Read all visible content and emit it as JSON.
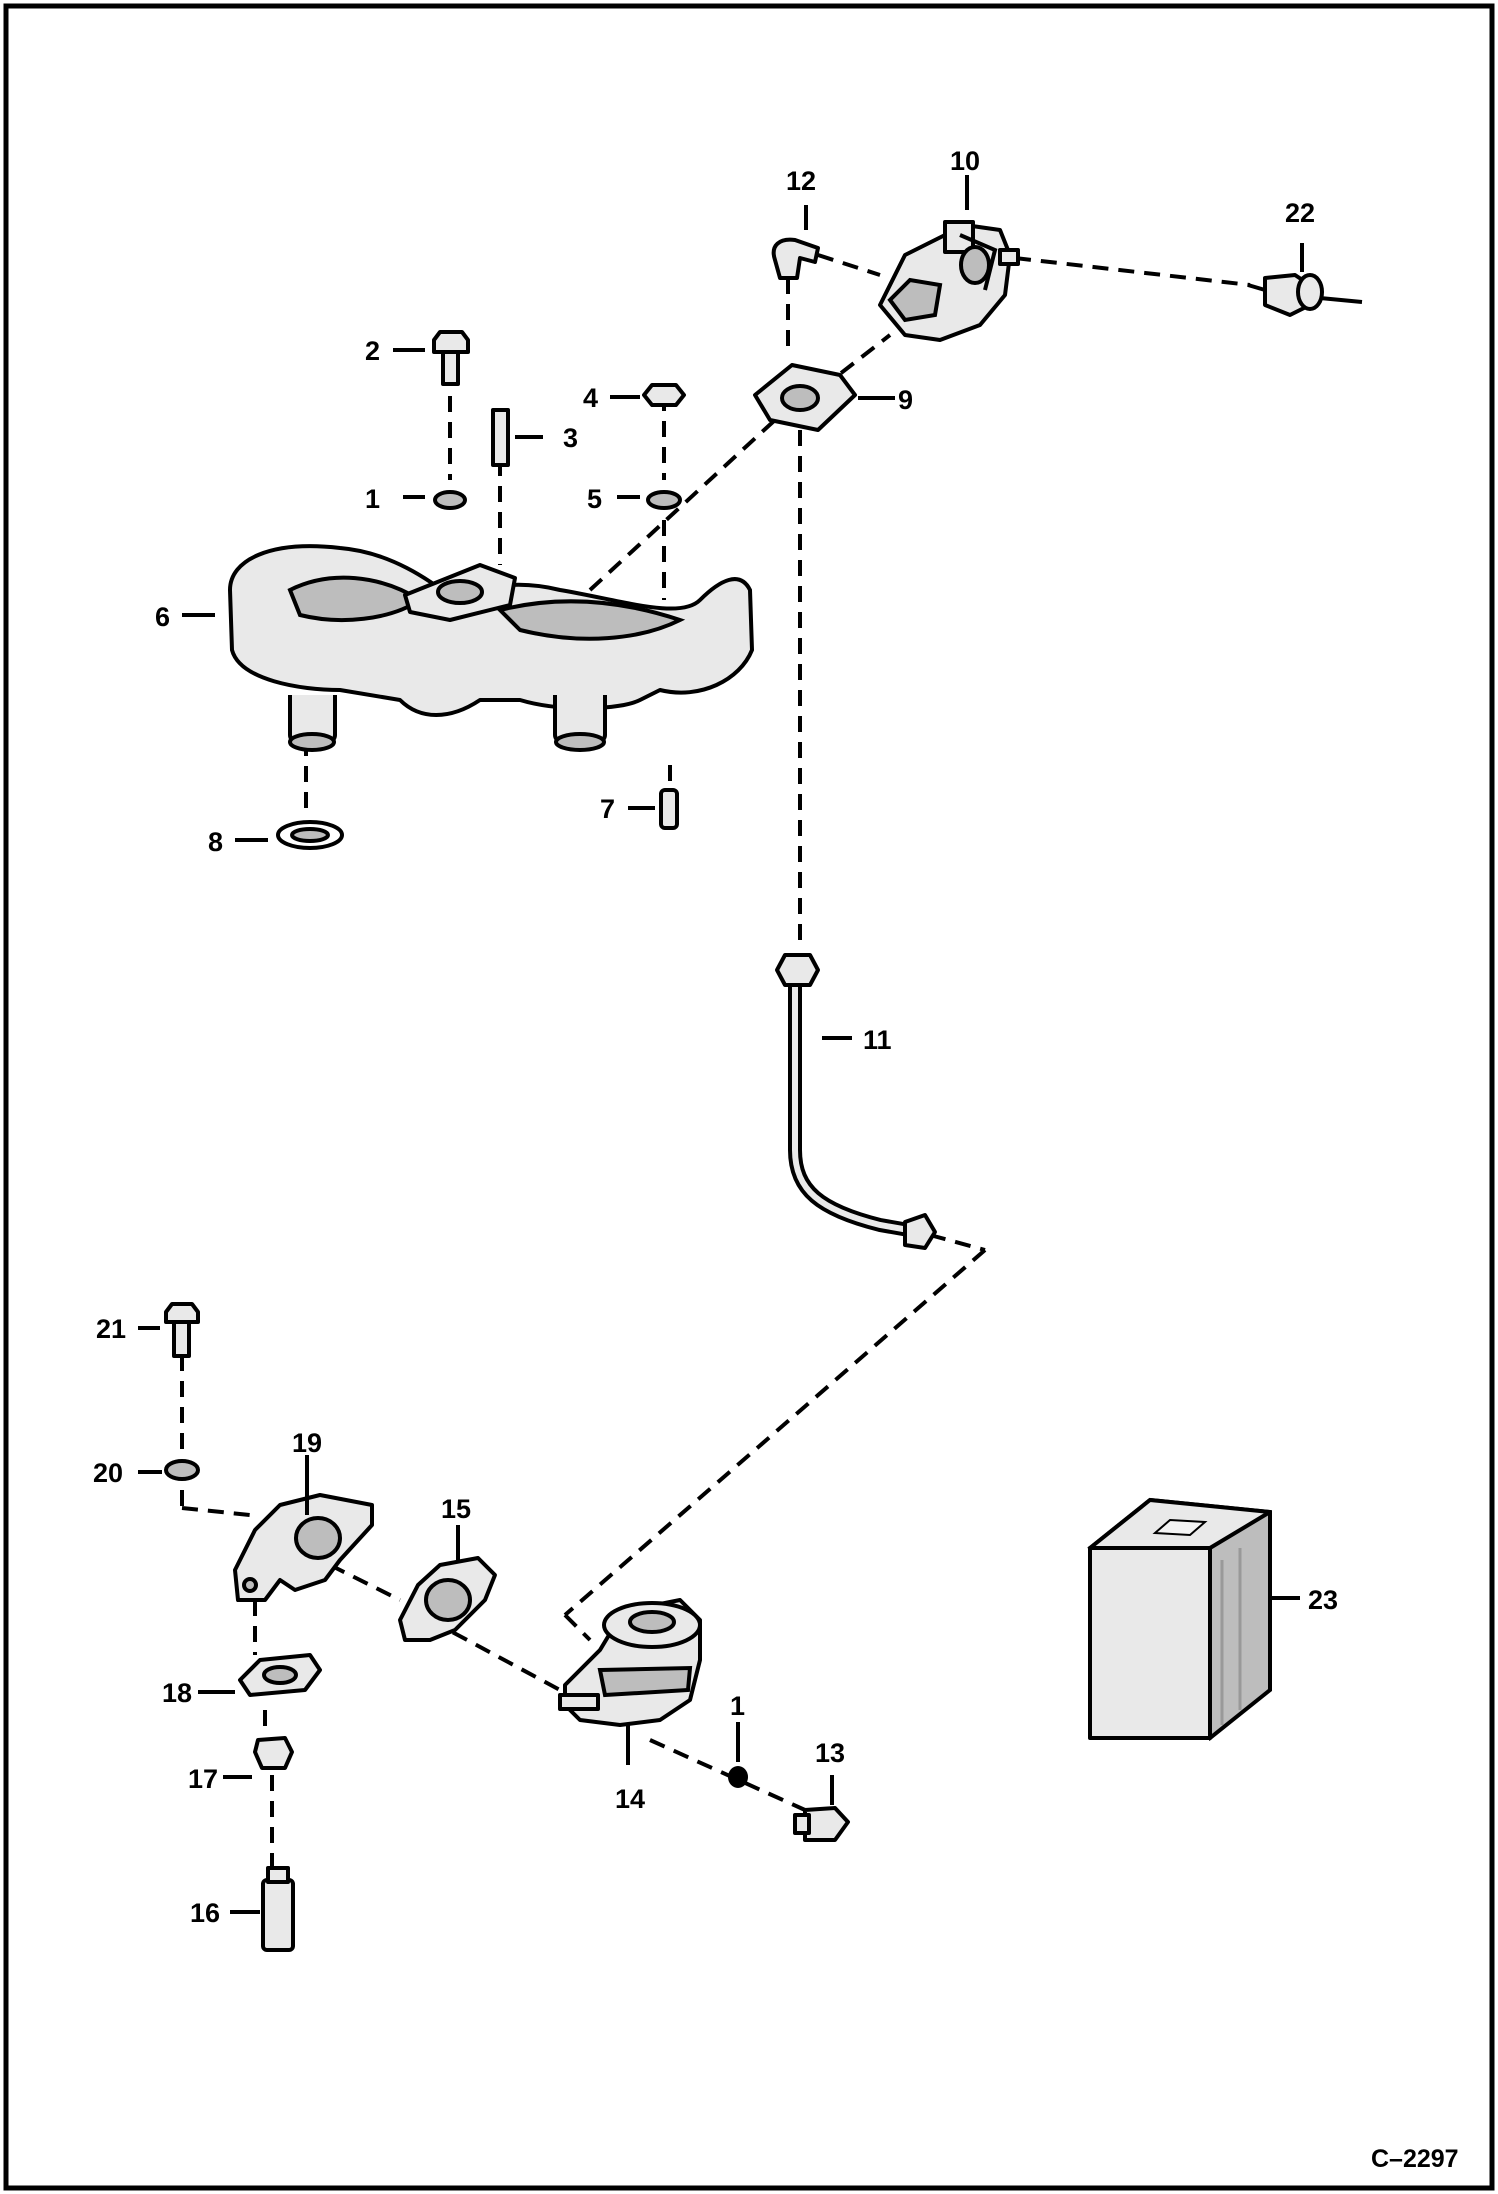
{
  "diagram": {
    "labels": {
      "p1a": "1",
      "p2": "2",
      "p3": "3",
      "p4": "4",
      "p5": "5",
      "p6": "6",
      "p7": "7",
      "p8": "8",
      "p9": "9",
      "p10": "10",
      "p11": "11",
      "p12": "12",
      "p13": "13",
      "p14": "14",
      "p15": "15",
      "p16": "16",
      "p17": "17",
      "p18": "18",
      "p19": "19",
      "p20": "20",
      "p21": "21",
      "p22": "22",
      "p23": "23",
      "p1b": "1"
    },
    "drawing_code": "C–2297"
  }
}
